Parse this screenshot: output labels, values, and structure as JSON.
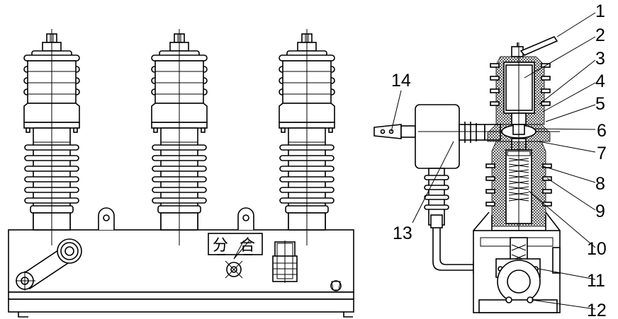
{
  "signs": {
    "open": "分",
    "close": "合"
  },
  "callouts": [
    "1",
    "2",
    "3",
    "4",
    "5",
    "6",
    "7",
    "8",
    "9",
    "10",
    "11",
    "12",
    "13",
    "14"
  ]
}
